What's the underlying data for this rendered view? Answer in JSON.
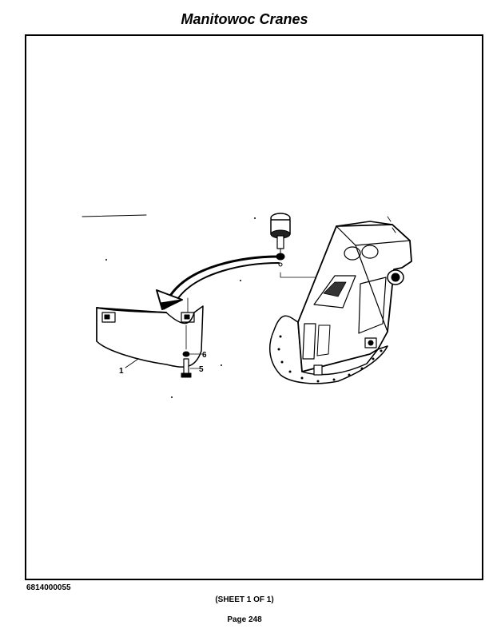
{
  "header": {
    "title": "Manitowoc Cranes"
  },
  "illustration": {
    "callouts": {
      "cover": "1",
      "bolt": "5",
      "washer": "6"
    }
  },
  "footer": {
    "part_number": "6814000055",
    "sheet": "(SHEET 1 OF 1)",
    "page": "Page 248"
  }
}
